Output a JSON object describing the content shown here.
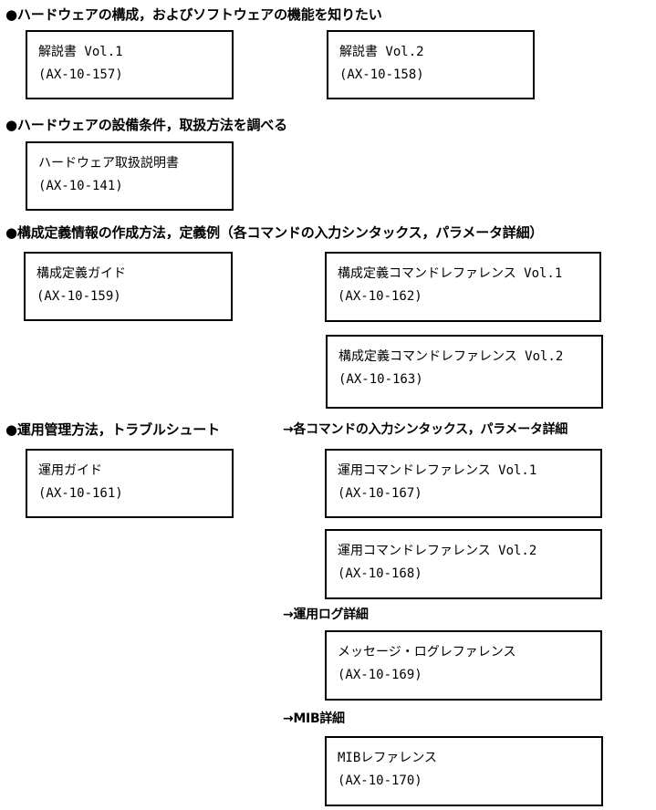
{
  "sections": [
    {
      "heading": "●ハードウェアの構成，およびソフトウェアの機能を知りたい",
      "docs": [
        {
          "title": "解説書 Vol.1",
          "code": "(AX-10-157)"
        },
        {
          "title": "解説書 Vol.2",
          "code": "(AX-10-158)"
        }
      ]
    },
    {
      "heading": "●ハードウェアの設備条件，取扱方法を調べる",
      "docs": [
        {
          "title": "ハードウェア取扱説明書",
          "code": "(AX-10-141)"
        }
      ]
    },
    {
      "heading": "●構成定義情報の作成方法，定義例（各コマンドの入力シンタックス，パラメータ詳細）",
      "docs": [
        {
          "title": "構成定義ガイド",
          "code": "(AX-10-159)"
        },
        {
          "title": "構成定義コマンドレファレンス Vol.1",
          "code": "(AX-10-162)"
        },
        {
          "title": "構成定義コマンドレファレンス Vol.2",
          "code": "(AX-10-163)"
        }
      ]
    },
    {
      "heading": "●運用管理方法，トラブルシュート",
      "arrow_heading": "→各コマンドの入力シンタックス，パラメータ詳細",
      "docs": [
        {
          "title": "運用ガイド",
          "code": "(AX-10-161)"
        },
        {
          "title": "運用コマンドレファレンス Vol.1",
          "code": "(AX-10-167)"
        },
        {
          "title": "運用コマンドレファレンス Vol.2",
          "code": "(AX-10-168)"
        }
      ]
    }
  ],
  "log_section": {
    "heading": "→運用ログ詳細",
    "docs": [
      {
        "title": "メッセージ・ログレファレンス",
        "code": "(AX-10-169)"
      }
    ]
  },
  "mib_section": {
    "heading": "→MIB詳細",
    "docs": [
      {
        "title": "MIBレファレンス",
        "code": "(AX-10-170)"
      }
    ]
  }
}
